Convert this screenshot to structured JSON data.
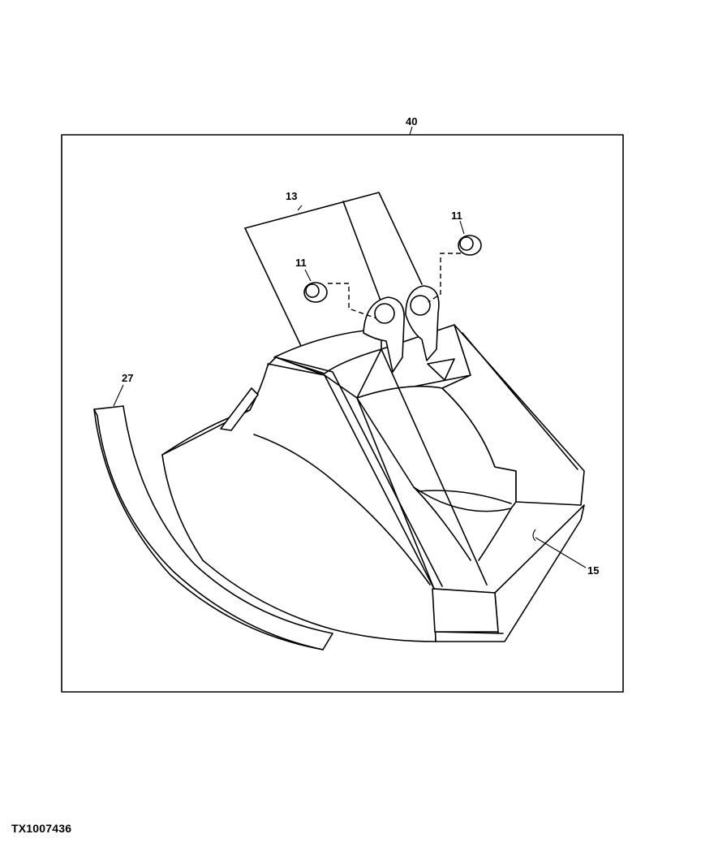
{
  "callouts": {
    "assembly": "40",
    "bracket": "13",
    "bushing_left": "11",
    "bushing_right": "11",
    "side_cutter": "27",
    "cutting_edge": "15"
  },
  "figure_ref": "TX1007436"
}
